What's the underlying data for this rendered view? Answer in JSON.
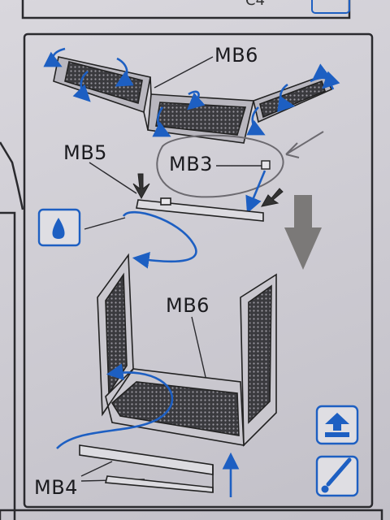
{
  "top_step": {
    "part_label": "C4"
  },
  "step": {
    "labels": {
      "mb6_top": "MB6",
      "mb5": "MB5",
      "mb3": "MB3",
      "mb6_bottom": "MB6",
      "mb4": "MB4"
    },
    "icons": [
      "glue-drop-icon",
      "flip-up-icon",
      "paint-brush-icon",
      "down-arrow-icon"
    ]
  },
  "colors": {
    "paper": "#cfcdd4",
    "line": "#2a2a2e",
    "blue_arrow": "#1d5fc2",
    "grey_arrow": "#7b7978",
    "mesh": "#2d2d30"
  }
}
